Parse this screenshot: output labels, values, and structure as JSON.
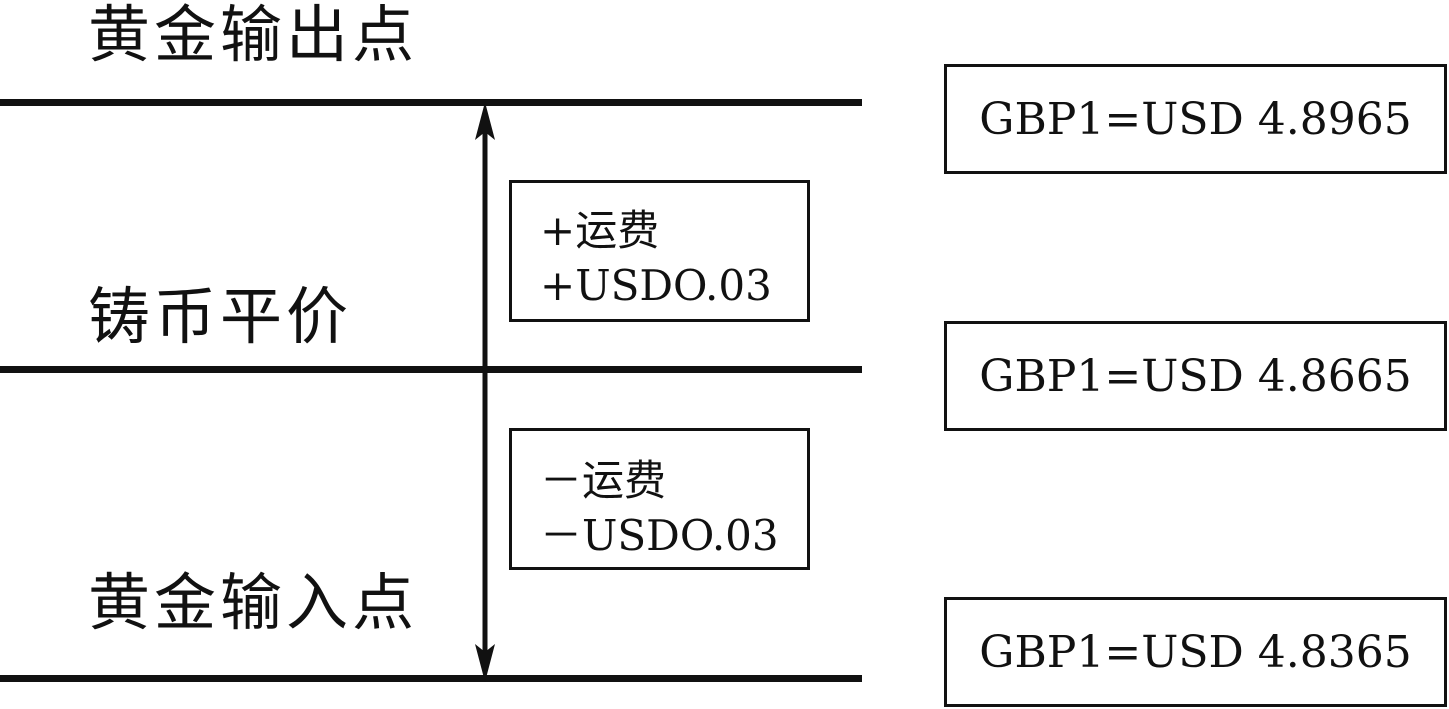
{
  "labels": {
    "gold_export_point": "黄金输出点",
    "mint_parity": "铸币平价",
    "gold_import_point": "黄金输入点"
  },
  "cost_boxes": {
    "plus": [
      "+运费",
      "+USDO.03"
    ],
    "minus": [
      "－运费",
      "－USDO.03"
    ]
  },
  "rates": {
    "gold_export_point": "GBP1=USD 4.8965",
    "mint_parity": "GBP1=USD 4.8665",
    "gold_import_point": "GBP1=USD 4.8365"
  },
  "colors": {
    "line": "#111111",
    "background": "#ffffff"
  }
}
